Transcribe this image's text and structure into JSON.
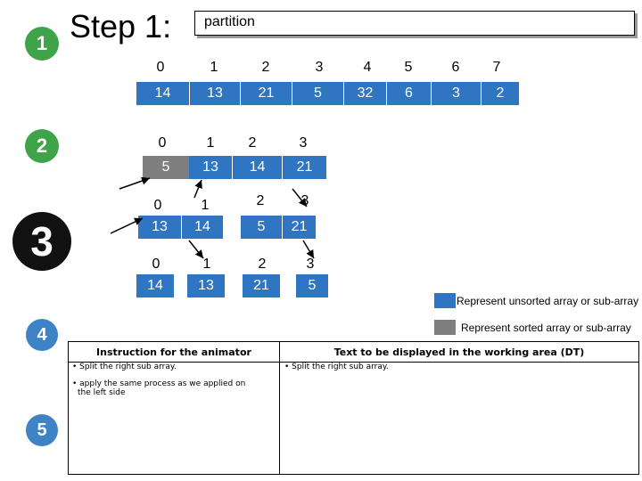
{
  "steps": {
    "s1": "1",
    "s2": "2",
    "s3": "3",
    "s4": "4",
    "s5": "5"
  },
  "title": "Step 1:",
  "partition_label": "partition",
  "row1": {
    "indices": [
      "0",
      "1",
      "2",
      "3",
      "4",
      "5",
      "6",
      "7"
    ],
    "values": [
      "14",
      "13",
      "21",
      "5",
      "32",
      "6",
      "3",
      "2"
    ]
  },
  "row2": {
    "indices": [
      "0",
      "1",
      "2",
      "3"
    ],
    "values": [
      "5",
      "13",
      "14",
      "21"
    ]
  },
  "row3": {
    "indices": [
      "0",
      "1",
      "2",
      "3"
    ],
    "values": [
      "13",
      "14",
      "5",
      "21"
    ]
  },
  "row4": {
    "indices": [
      "0",
      "1",
      "2",
      "3"
    ],
    "values": [
      "14",
      "13",
      "21",
      "5"
    ]
  },
  "legend": {
    "unsorted": "Represent  unsorted array or sub-array",
    "sorted": "Represent  sorted array or sub-array"
  },
  "colors": {
    "unsorted": "#2f75c2",
    "sorted": "#7f7f7f"
  },
  "instruction_panel": {
    "heading": "Instruction for the animator",
    "lines": [
      "• Split the  right sub array.",
      "•  apply the same process as we applied on",
      "the left side"
    ]
  },
  "dt_panel": {
    "heading": "Text to be displayed in the working area (DT)",
    "lines": [
      "• Split the  right sub array."
    ]
  }
}
